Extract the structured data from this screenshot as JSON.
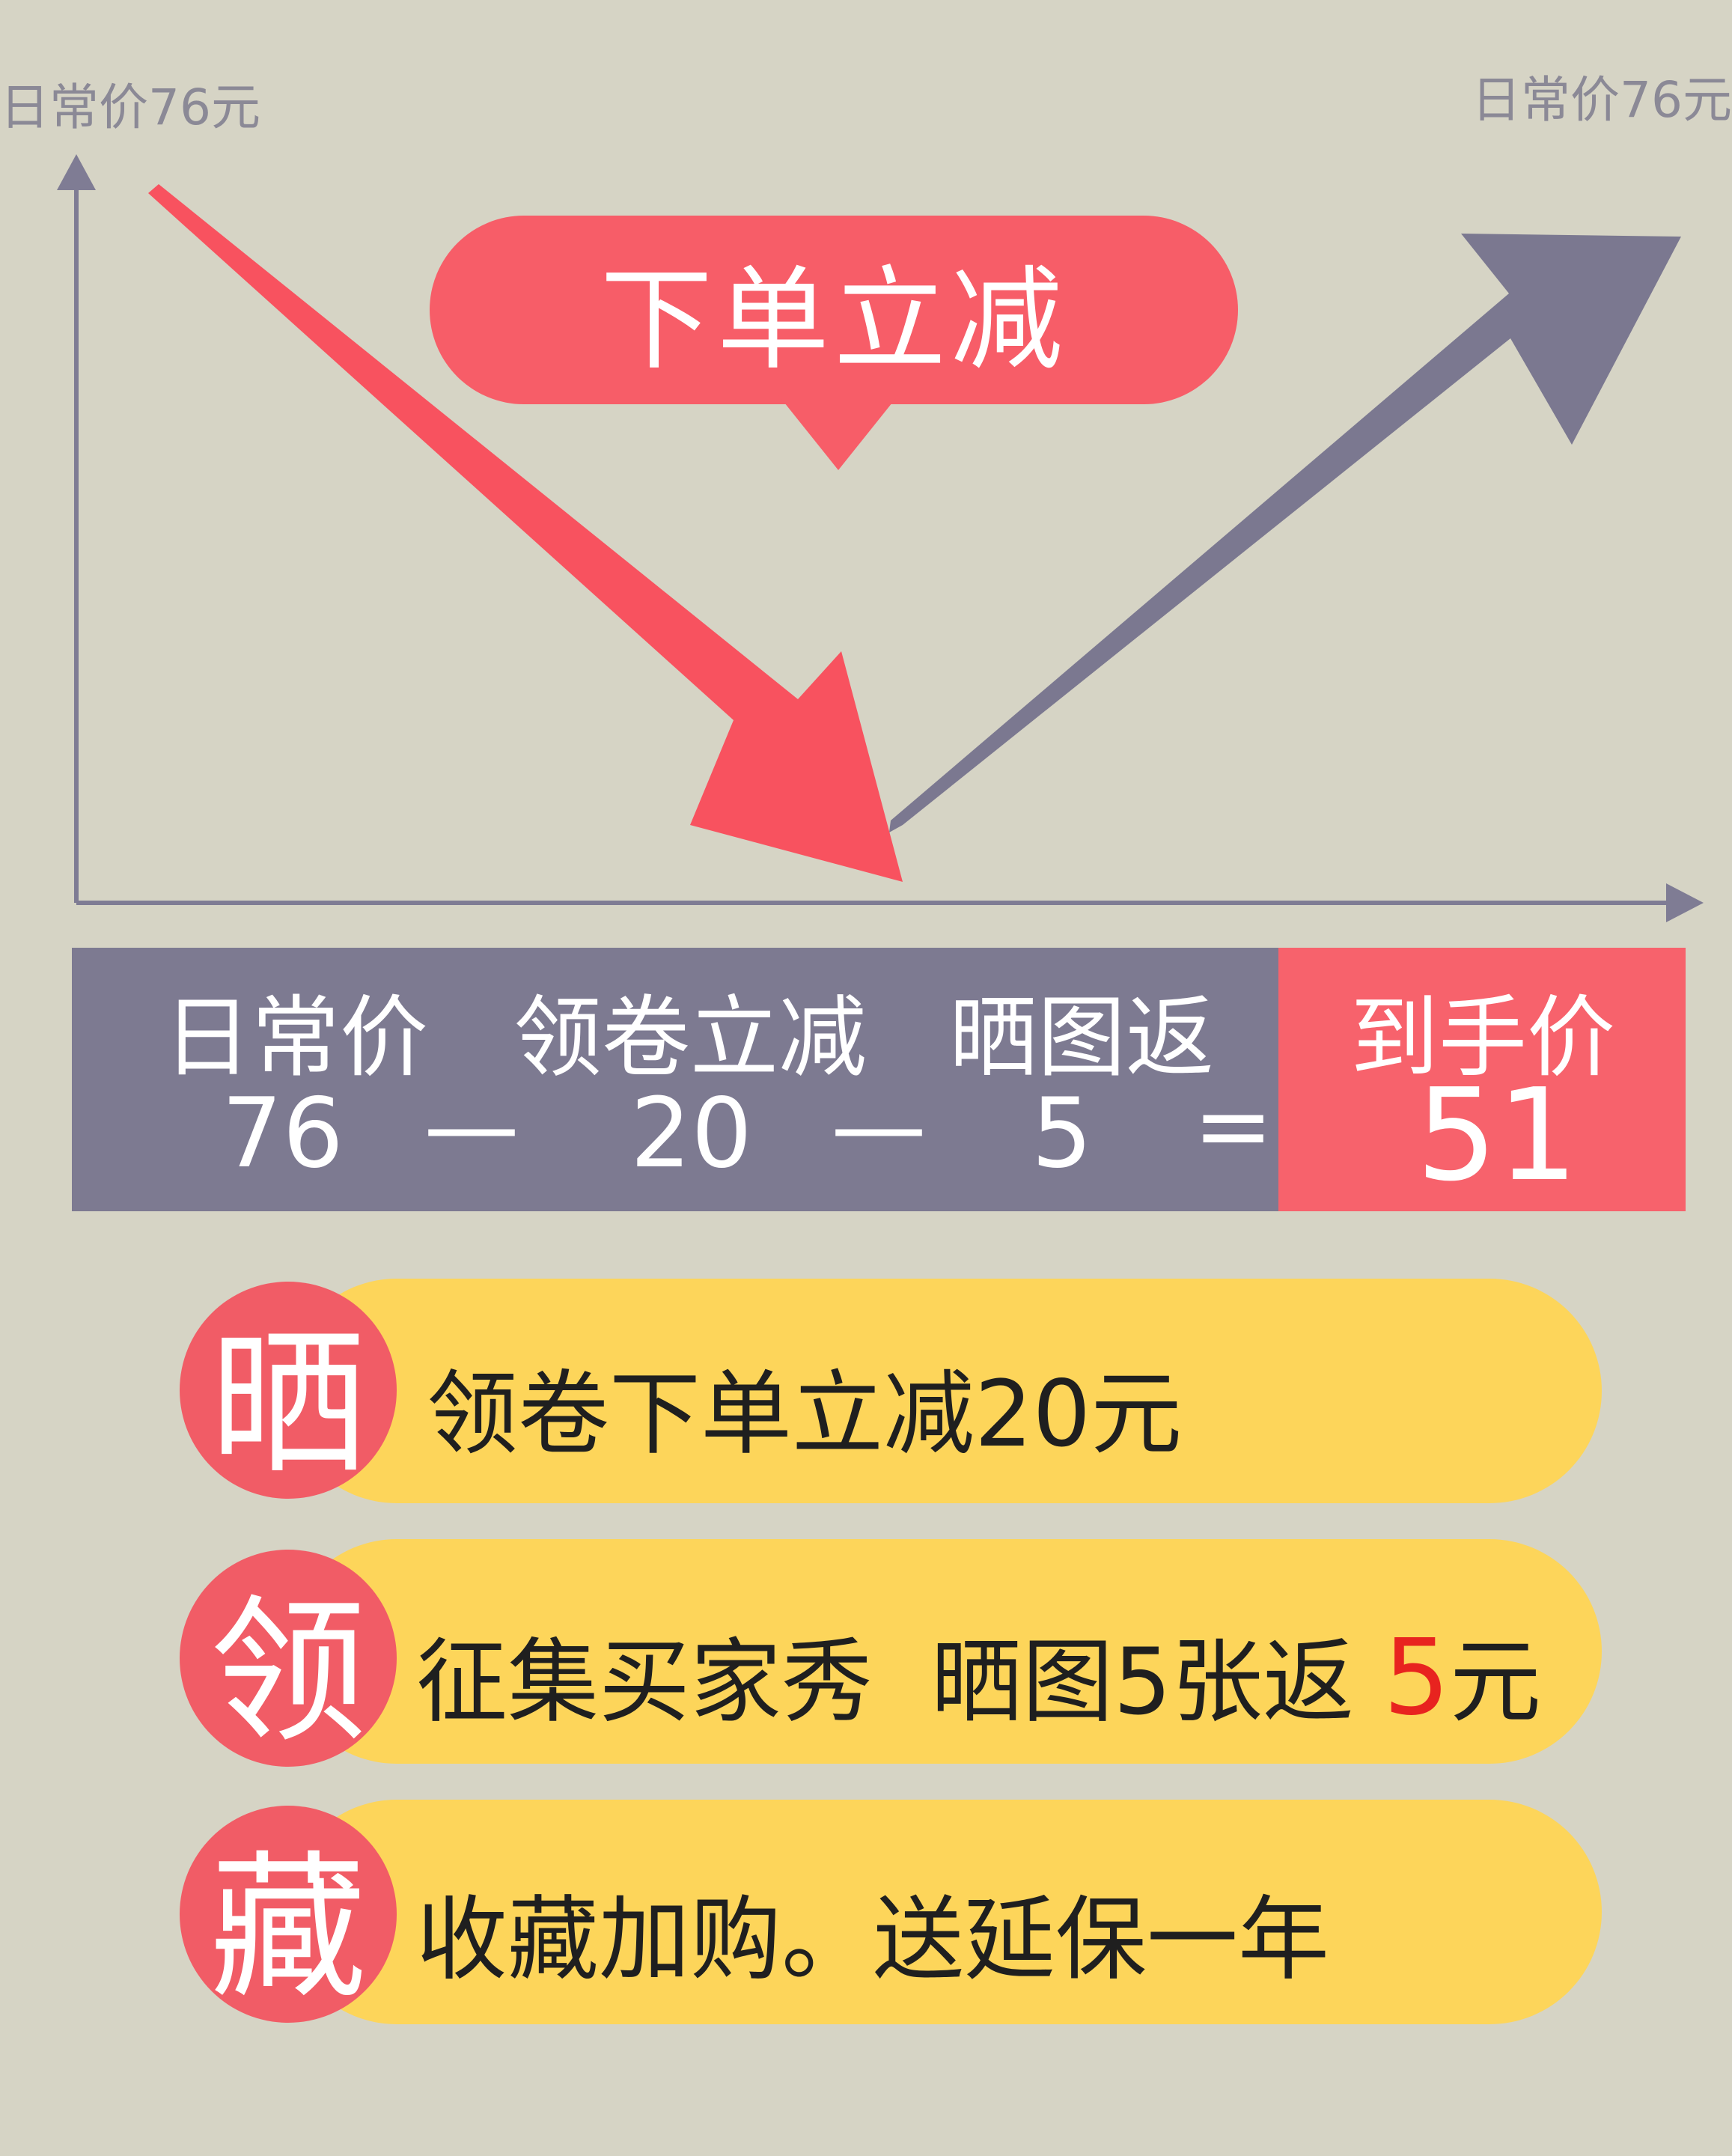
{
  "top_labels": {
    "left": "日常价76元",
    "right": "日常价76元"
  },
  "bubble": {
    "text": "下单立减"
  },
  "calc": {
    "labels": [
      "日常价",
      "领卷立减",
      "晒图返",
      "到手价"
    ],
    "values": [
      "76",
      "20",
      "5",
      "51"
    ],
    "minus": "—",
    "equals": "="
  },
  "perks": [
    {
      "badge": "晒",
      "text": "领卷下单立减20元"
    },
    {
      "badge": "领",
      "text_before": "征集买家秀  晒图5张返 ",
      "highlight": "5",
      "text_after": "元"
    },
    {
      "badge": "藏",
      "text": "收藏加购。送延保一年"
    }
  ],
  "colors": {
    "background": "#d6d4c5",
    "red": "#f75d68",
    "purple_gray": "#7d7a91",
    "yellow": "#fdd55a",
    "highlight_red": "#e8231f"
  }
}
